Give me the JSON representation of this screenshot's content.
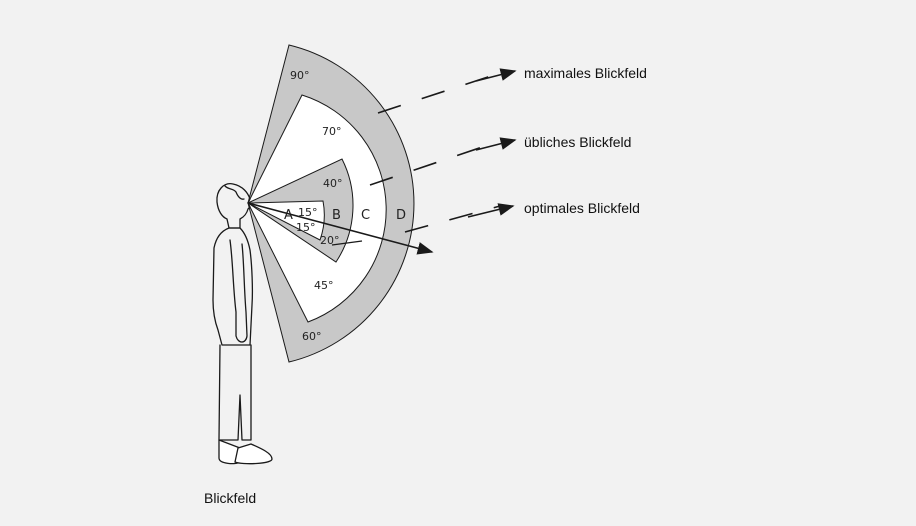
{
  "legend": {
    "max_field": "maximales Blickfeld",
    "usual_field": "übliches Blickfeld",
    "optimal_field": "optimales Blickfeld"
  },
  "angles": {
    "up_max": "90°",
    "up_usual": "70°",
    "up_optimal": "40°",
    "up_a": "15°",
    "down_a": "15°",
    "down_optimal": "20°",
    "down_usual": "45°",
    "down_max": "60°"
  },
  "zones": {
    "a": "A",
    "b": "B",
    "c": "C",
    "d": "D"
  },
  "caption": "Blickfeld",
  "colors": {
    "background": "#f2f2f2",
    "sector_fill": "#c8c8c8",
    "inner_fill": "#ffffff",
    "line": "#1a1a1a"
  }
}
